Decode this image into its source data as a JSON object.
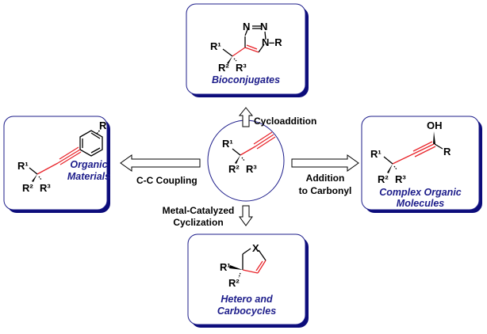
{
  "center": {
    "r1": "R¹",
    "r2": "R²",
    "r3": "R³"
  },
  "reactions": {
    "cycloaddition": "Cycloaddition",
    "coupling": "C-C Coupling",
    "addition_line1": "Addition",
    "addition_line2": "to Carbonyl",
    "cyclization_line1": "Metal-Catalyzed",
    "cyclization_line2": "Cyclization"
  },
  "boxes": {
    "top": {
      "caption": "Bioconjugates",
      "n1": "N",
      "n2": "N",
      "n3": "N",
      "r": "–R",
      "r1": "R¹",
      "r2": "R²",
      "r3": "R³"
    },
    "left": {
      "caption_line1": "Organic",
      "caption_line2": "Materials",
      "r": "R",
      "r1": "R¹",
      "r2": "R²",
      "r3": "R³"
    },
    "right": {
      "caption_line1": "Complex Organic",
      "caption_line2": "Molecules",
      "oh": "OH",
      "r": "R",
      "r1": "R¹",
      "r2": "R²",
      "r3": "R³"
    },
    "bottom": {
      "caption_line1": "Hetero and",
      "caption_line2": "Carbocycles",
      "x": "X",
      "r1": "R¹",
      "r2": "R²"
    }
  },
  "colors": {
    "accent_blue": "#1c1c8a",
    "bond_red": "#e8242a"
  }
}
